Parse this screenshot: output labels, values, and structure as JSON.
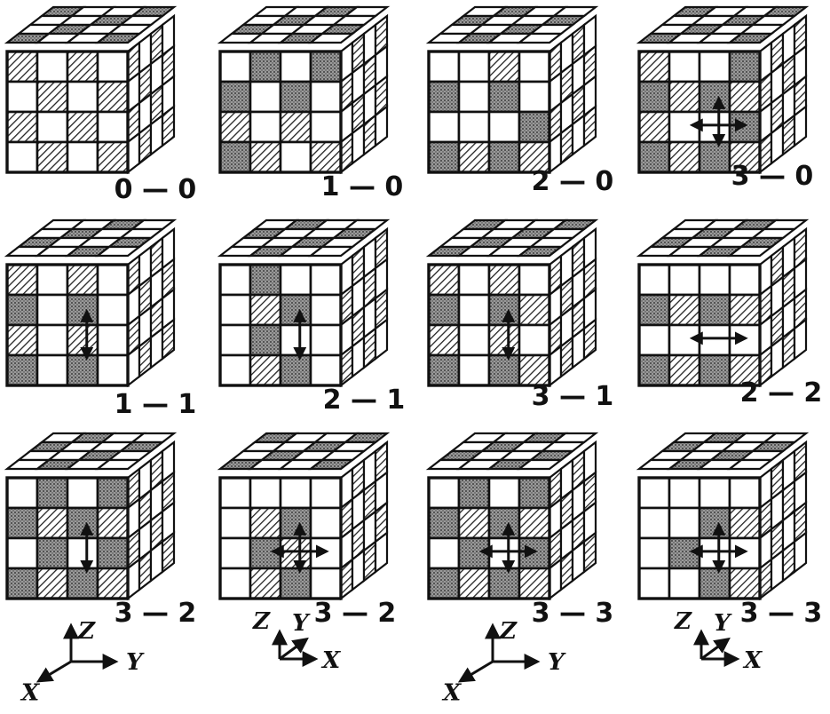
{
  "cubes": [
    {
      "label": "0 — 0",
      "front": [
        "#.#.",
        ".#.#",
        "#.#.",
        ".#.#"
      ],
      "arrows": ""
    },
    {
      "label": "1 — 0",
      "front": [
        ".#.#",
        "#.#.",
        "#.#.",
        "##.#"
      ],
      "arrows": ""
    },
    {
      "label": "2 — 0",
      "front": [
        "..#.",
        "#.#.",
        "...#",
        "####"
      ],
      "arrows": ""
    },
    {
      "label": "3 — 0",
      "front": [
        "#..#",
        "####",
        "#..#",
        "####"
      ],
      "arrows": "hv"
    },
    {
      "label": "1 — 1",
      "front": [
        "#.#.",
        "#.#.",
        "#.#.",
        "#.#."
      ],
      "arrows": "v"
    },
    {
      "label": "2 — 1",
      "front": [
        ".#..",
        ".##.",
        ".#..",
        ".##."
      ],
      "arrows": "v"
    },
    {
      "label": "3 — 1",
      "front": [
        "#.#.",
        "#.##",
        "#.#.",
        "#.##"
      ],
      "arrows": "v"
    },
    {
      "label": "2 — 2",
      "front": [
        "....",
        "####",
        "....",
        "####"
      ],
      "arrows": "h"
    },
    {
      "label": "3 — 2",
      "front": [
        ".#.#",
        "####",
        ".#.#",
        "####"
      ],
      "arrows": "v"
    },
    {
      "label": "3 — 2",
      "front": [
        "....",
        ".##.",
        ".##.",
        ".##."
      ],
      "arrows": "hv"
    },
    {
      "label": "3 — 3",
      "front": [
        ".#.#",
        "####",
        ".#.#",
        "####"
      ],
      "arrows": "hv"
    },
    {
      "label": "3 — 3",
      "front": [
        "....",
        "..##",
        ".#..",
        "..##"
      ],
      "arrows": "hv"
    }
  ],
  "axes": [
    {
      "z": "Z",
      "y": "Y",
      "x": "X",
      "style": "iso"
    },
    {
      "z": "Z",
      "y": "Y",
      "x": "X",
      "style": "small"
    },
    {
      "z": "Z",
      "y": "Y",
      "x": "X",
      "style": "iso"
    },
    {
      "z": "Z",
      "y": "Y",
      "x": "X",
      "style": "small"
    }
  ],
  "colors": {
    "ink": "#111111",
    "paper": "#ffffff",
    "shade": "#555555"
  }
}
